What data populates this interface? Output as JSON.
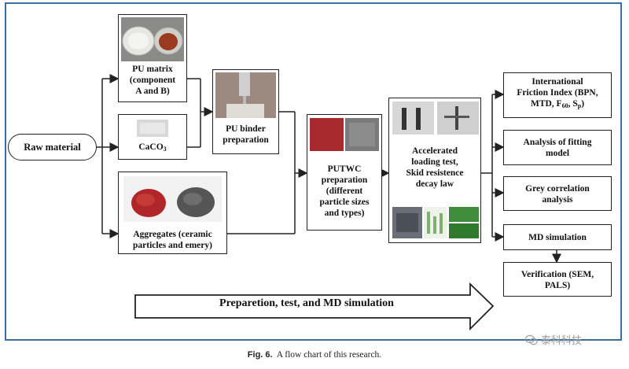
{
  "raw_material": "Raw material",
  "pu_matrix": [
    "PU matrix",
    "(component",
    "A and B)"
  ],
  "caco3": {
    "base": "CaCO",
    "sub": "3"
  },
  "aggregates": [
    "Aggregates (ceramic",
    "particles and emery)"
  ],
  "pu_binder": [
    "PU binder",
    "preparation"
  ],
  "putwc": [
    "PUTWC",
    "preparation",
    "(different",
    "particle sizes",
    "and types)"
  ],
  "accelerated": [
    "Accelerated",
    "loading test,",
    "Skid resistence",
    "decay law"
  ],
  "ifi": {
    "line1": "International",
    "line2": "Friction Index (BPN,",
    "line3_pre": "MTD, F",
    "line3_sub1": "60",
    "line3_mid": ", S",
    "line3_sub2": "p",
    "line3_post": ")"
  },
  "fitting": [
    "Analysis of fitting",
    "model"
  ],
  "grey": [
    "Grey correlation",
    "analysis"
  ],
  "md_sim": "MD simulation",
  "verification": [
    "Verification (SEM,",
    "PALS)"
  ],
  "big_arrow_label": "Preparetion, test, and MD simulation",
  "caption": {
    "label": "Fig. 6.",
    "text": "A flow chart of this research."
  },
  "watermark": "泰科科技",
  "colors": {
    "frame": "#3a6fa5",
    "red_aggregate": "#b0262a",
    "emery": "#555555"
  }
}
